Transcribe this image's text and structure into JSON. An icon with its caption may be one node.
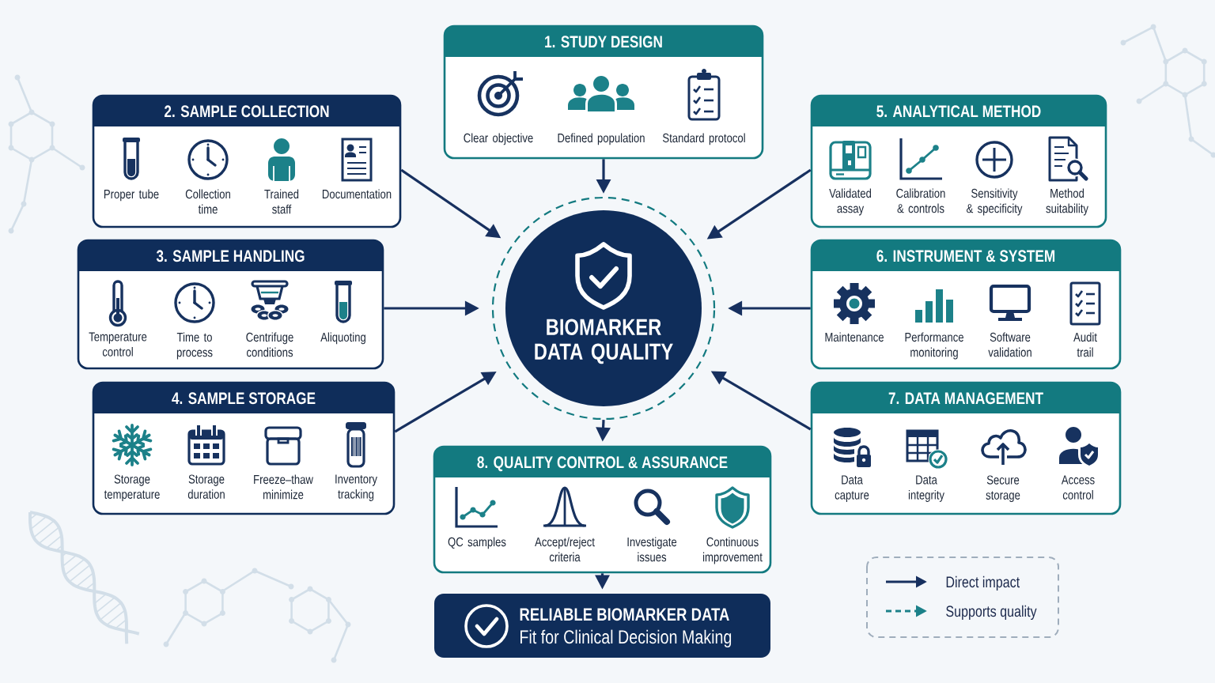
{
  "diagram": {
    "nodes": [
      {
        "text": [
          "1. STUDY DESIGN",
          "Clear objective",
          "Defined population",
          "Standard protocol"
        ]
      },
      {
        "text": [
          "2. SAMPLE COLLECTION",
          "Proper tube",
          "Collection time",
          "Trained staff",
          "Documentation"
        ]
      },
      {
        "text": [
          "3. SAMPLE HANDLING",
          "Temperature control",
          "Time to process",
          "Centrifuge conditions",
          "Aliquoting"
        ]
      },
      {
        "text": [
          "4. SAMPLE STORAGE",
          "Storage temperature",
          "Storage duration",
          "Freeze–thaw minimize",
          "Inventory tracking"
        ]
      },
      {
        "text": [
          "BIOMARKER DATA QUALITY"
        ]
      },
      {
        "text": [
          "5. ANALYTICAL METHOD",
          "Validated assay",
          "Calibration & controls",
          "Sensitivity & specificity",
          "Method suitability"
        ]
      },
      {
        "text": [
          "6. INSTRUMENT & SYSTEM",
          "Maintenance",
          "Performance monitoring",
          "Software validation",
          "Audit trail"
        ]
      },
      {
        "text": [
          "7. DATA MANAGEMENT",
          "Data capture",
          "Data integrity",
          "Secure storage",
          "Access control"
        ]
      },
      {
        "text": [
          "8. QUALITY CONTROL & ASSURANCE",
          "QC samples",
          "Accept/reject criteria",
          "Investigate issues",
          "Continuous improvement"
        ]
      },
      {
        "text": [
          "RELIABLE BIOMARKER DATA",
          "Fit for Clinical Decision Making"
        ]
      }
    ],
    "edges": [
      {
        "from": 0,
        "to": 4,
        "arrow": "to"
      },
      {
        "from": 1,
        "to": 4,
        "arrow": "to"
      },
      {
        "from": 2,
        "to": 4,
        "arrow": "to"
      },
      {
        "from": 3,
        "to": 4,
        "arrow": "to"
      },
      {
        "from": 5,
        "to": 4,
        "arrow": "to"
      },
      {
        "from": 6,
        "to": 4,
        "arrow": "to"
      },
      {
        "from": 7,
        "to": 4,
        "arrow": "to"
      },
      {
        "from": 4,
        "to": 8,
        "arrow": "to"
      },
      {
        "from": 8,
        "to": 9,
        "arrow": "to"
      }
    ],
    "legend": [
      {
        "text": "Direct impact"
      },
      {
        "text": "Supports quality"
      }
    ]
  }
}
